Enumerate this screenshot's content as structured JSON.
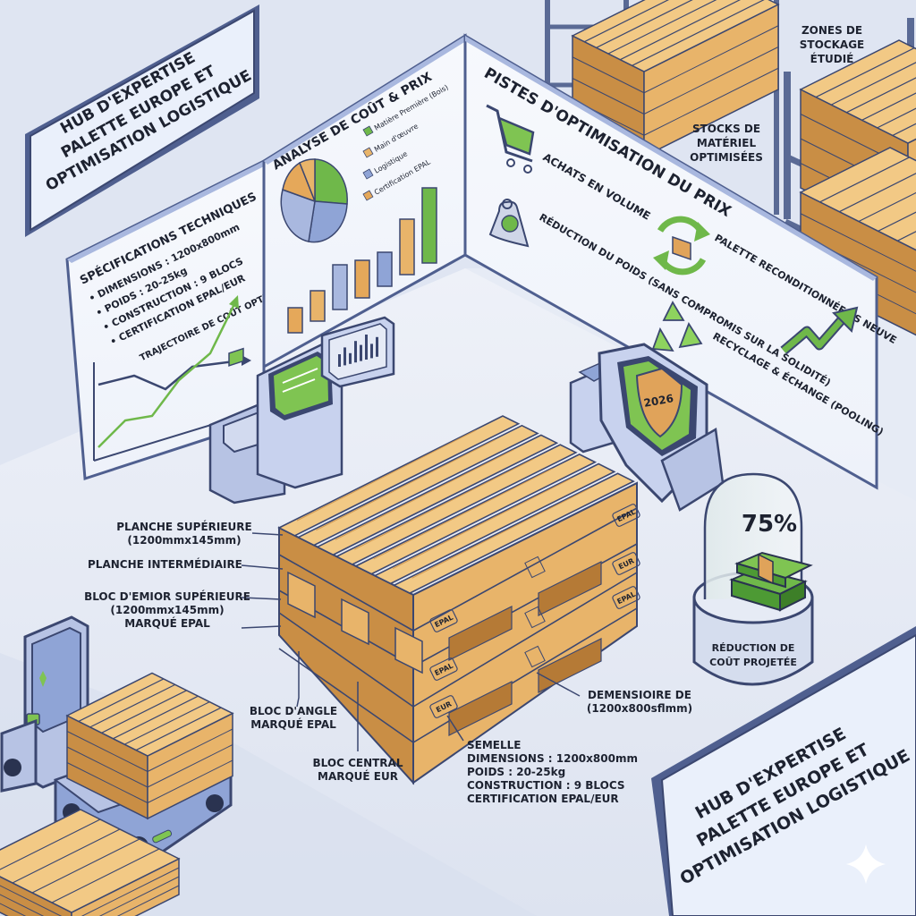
{
  "hub": {
    "title_top": [
      "HUB D'EXPERTISE",
      "PALETTE EUROPE ET",
      "OPTIMISATION LOGISTIQUE"
    ],
    "title_bottom": [
      "HUB D'EXPERTISE",
      "PALETTE EUROPE ET",
      "OPTIMISATION LOGISTIQUE"
    ]
  },
  "specs_panel": {
    "title": "SPÉCIFICATIONS TECHNIQUES",
    "items": [
      "• DIMENSIONS : 1200x800mm",
      "• POIDS : 20-25kg",
      "• CONSTRUCTION : 9 BLOCS",
      "• CERTIFICATION EPAL/EUR"
    ],
    "trajectory_label": "TRAJECTOIRE DE COÛT OPTIMISÉE"
  },
  "cost_panel": {
    "title": "ANALYSE DE COÛT & PRIX",
    "legend": [
      {
        "label": "Matière Première (Bois)",
        "color": "#6fb84a"
      },
      {
        "label": "Main d'œuvre",
        "color": "#e8b46a"
      },
      {
        "label": "Logistique",
        "color": "#8fa4d6"
      },
      {
        "label": "Certification EPAL",
        "color": "#e5a85a"
      }
    ]
  },
  "optim_panel": {
    "title": "PISTES D'OPTIMISATION DU PRIX",
    "items": [
      {
        "label": "ACHATS EN VOLUME",
        "icon": "shopping-cart-icon"
      },
      {
        "label": "RÉDUCTION DU POIDS (SANS COMPROMIS SUR LA SOLIDITÉ)",
        "icon": "weight-icon"
      },
      {
        "label": "PALETTE RECONDITIONNÉE VS NEUVE",
        "icon": "refresh-icon"
      },
      {
        "label": "RECYCLAGE & ÉCHANGE (POOLING)",
        "icon": "recycle-icon"
      }
    ]
  },
  "storage": {
    "zones_label": [
      "ZONES DE",
      "STOCKAGE",
      "ÉTUDIÉ"
    ],
    "stocks_label": [
      "STOCKS DE",
      "MATÉRIEL",
      "OPTIMISÉES"
    ]
  },
  "terminal": {
    "year": "2026"
  },
  "reduction": {
    "value": "75%",
    "label": [
      "RÉDUCTION DE",
      "COÛT PROJETÉE"
    ]
  },
  "pallet": {
    "marks": {
      "epal": "EPAL",
      "eur": "EUR"
    },
    "labels": {
      "planche_sup": [
        "PLANCHE SUPÉRIEURE",
        "(1200mmx145mm)"
      ],
      "planche_inter": "PLANCHE INTERMÉDIAIRE",
      "bloc_emior": [
        "BLOC D'EMIOR SUPÉRIEURE",
        "(1200mmx145mm)",
        "MARQUÉ EPAL"
      ],
      "bloc_angle": [
        "BLOC D'ANGLE",
        "MARQUÉ EPAL"
      ],
      "bloc_central": [
        "BLOC CENTRAL",
        "MARQUÉ EUR"
      ],
      "demensioire": [
        "DEMENSIOIRE DE",
        "(1200x800sflmm)"
      ],
      "semelle": [
        "SEMELLE",
        "DIMENSIONS : 1200x800mm",
        "POIDS : 20-25kg",
        "CONSTRUCTION : 9 BLOCS",
        "CERTIFICATION EPAL/EUR"
      ]
    }
  }
}
